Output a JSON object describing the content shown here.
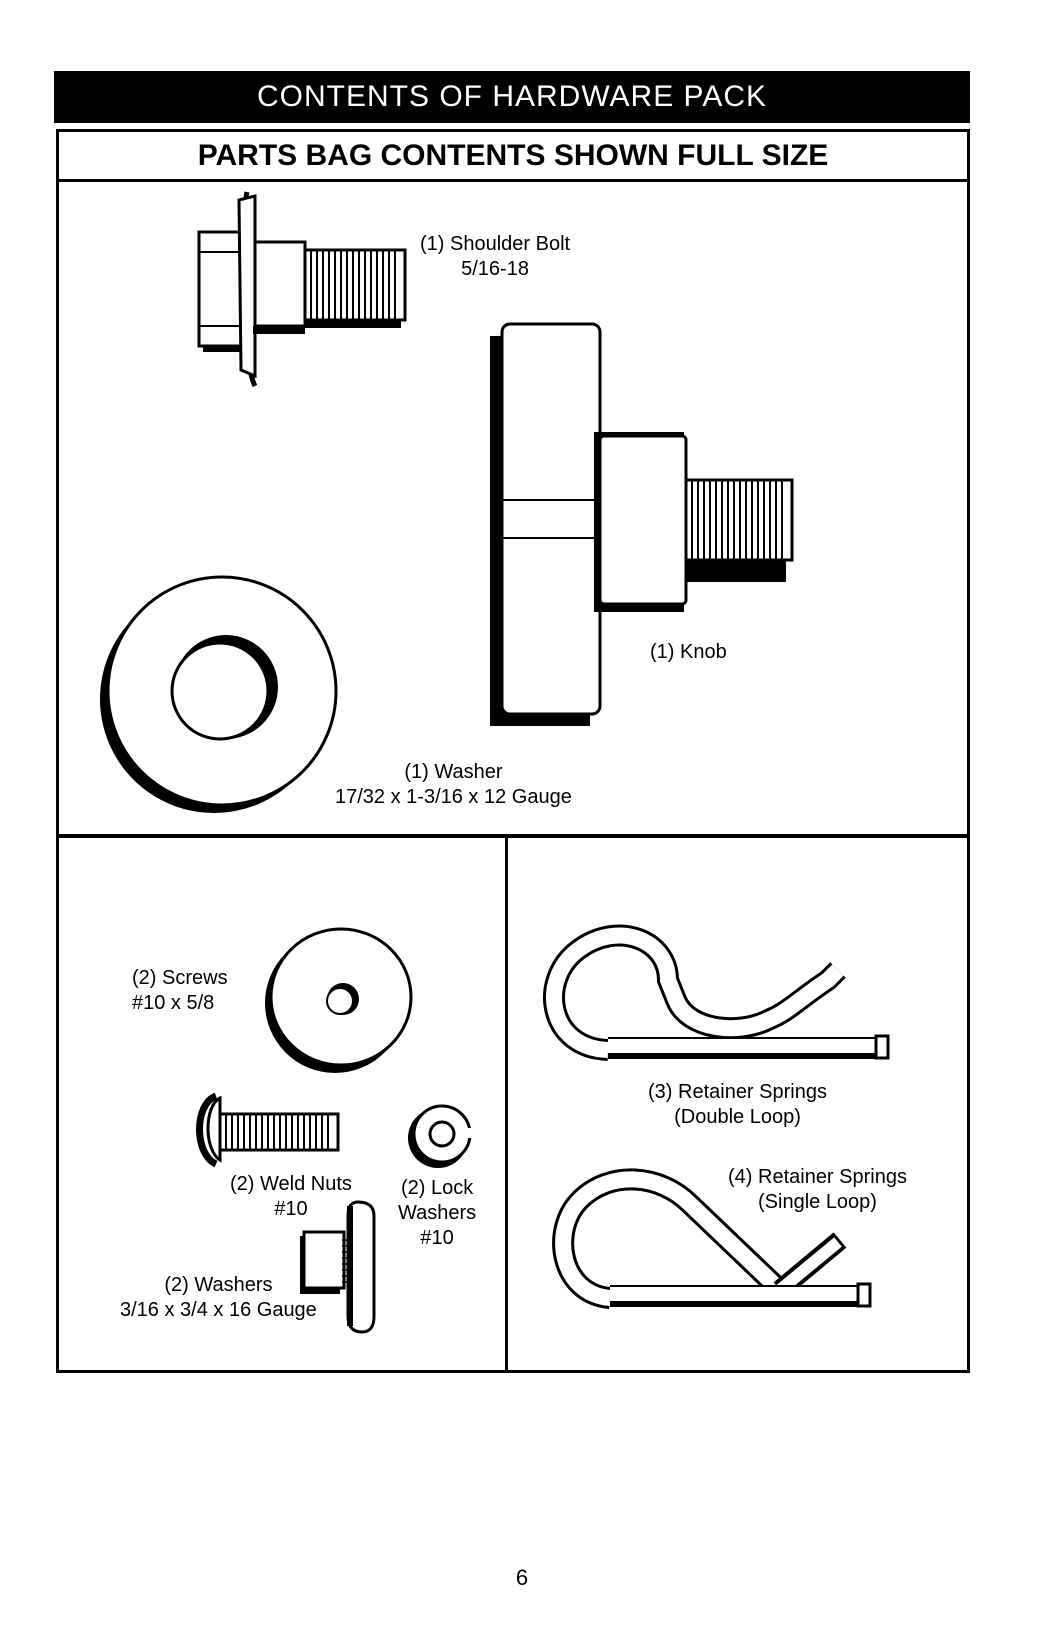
{
  "header": {
    "title": "CONTENTS OF HARDWARE PACK",
    "subtitle": "PARTS BAG CONTENTS SHOWN FULL SIZE"
  },
  "parts": {
    "shoulder_bolt": {
      "qty_name": "(1) Shoulder Bolt",
      "spec": "5/16-18"
    },
    "knob": {
      "qty_name": "(1) Knob"
    },
    "washer_large": {
      "qty_name": "(1) Washer",
      "spec": "17/32 x 1-3/16 x 12 Gauge"
    },
    "screws": {
      "qty_name": "(2) Screws",
      "spec": "#10 x 5/8"
    },
    "weld_nuts": {
      "qty_name": "(2) Weld Nuts",
      "spec": "#10"
    },
    "lock_washers": {
      "line1": "(2) Lock",
      "line2": "Washers",
      "spec": "#10"
    },
    "washers_small": {
      "qty_name": "(2) Washers",
      "spec": "3/16 x 3/4 x 16 Gauge"
    },
    "retainer_double": {
      "qty_name": "(3) Retainer Springs",
      "spec": "(Double Loop)"
    },
    "retainer_single": {
      "qty_name": "(4) Retainer Springs",
      "spec": "(Single Loop)"
    }
  },
  "footer": {
    "page_number": "6"
  }
}
